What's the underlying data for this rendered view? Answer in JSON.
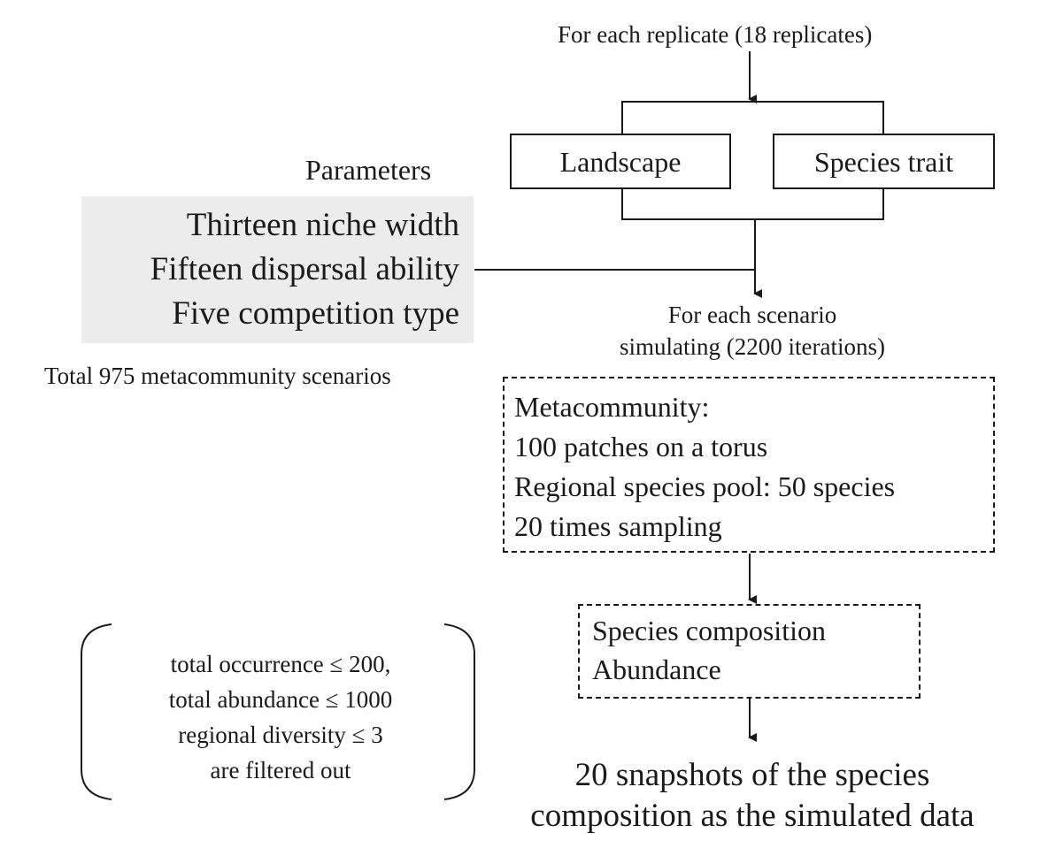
{
  "top_label": "For each replicate (18 replicates)",
  "boxes": {
    "landscape": "Landscape",
    "species_trait": "Species trait"
  },
  "parameters": {
    "heading": "Parameters",
    "items": [
      "Thirteen niche width",
      "Fifteen dispersal ability",
      "Five competition type"
    ],
    "total": "Total 975 metacommunity scenarios"
  },
  "scenario": {
    "line1": "For each scenario",
    "line2": "simulating (2200 iterations)"
  },
  "metacommunity": {
    "lines": [
      "Metacommunity:",
      "100 patches on a torus",
      "Regional species pool: 50 species",
      "20 times sampling"
    ]
  },
  "output": {
    "lines": [
      "Species composition",
      "Abundance"
    ]
  },
  "filter": {
    "lines": [
      "total occurrence ≤ 200,",
      "total abundance ≤ 1000",
      "regional diversity ≤ 3",
      "are filtered out"
    ]
  },
  "final": {
    "line1": "20 snapshots of the species",
    "line2": "composition as the simulated data"
  }
}
